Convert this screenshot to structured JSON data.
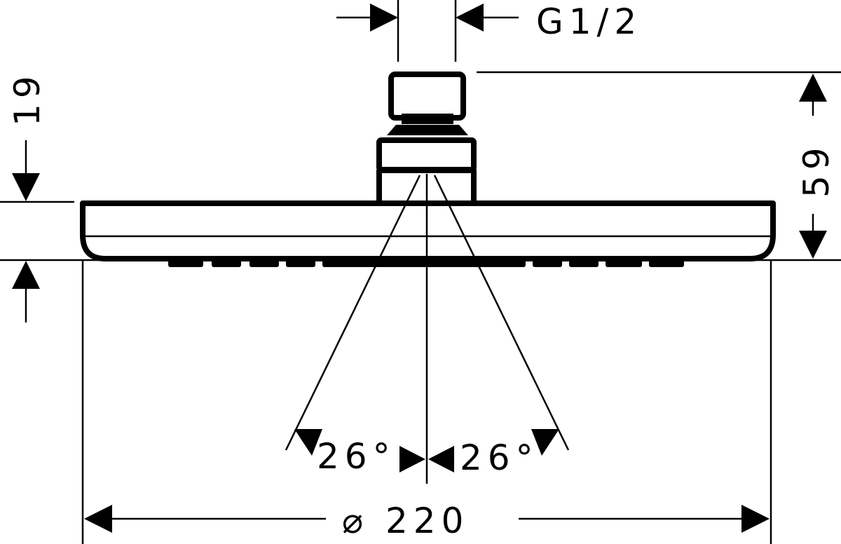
{
  "drawing": {
    "title": "Overhead shower dimension drawing",
    "labels": {
      "thread": "G1/2",
      "height_total": "59",
      "plate_thickness": "19",
      "diameter": "⌀ 220",
      "angle_left": "26°",
      "angle_right": "26°"
    },
    "colors": {
      "line": "#000000",
      "background": "#ffffff"
    }
  }
}
